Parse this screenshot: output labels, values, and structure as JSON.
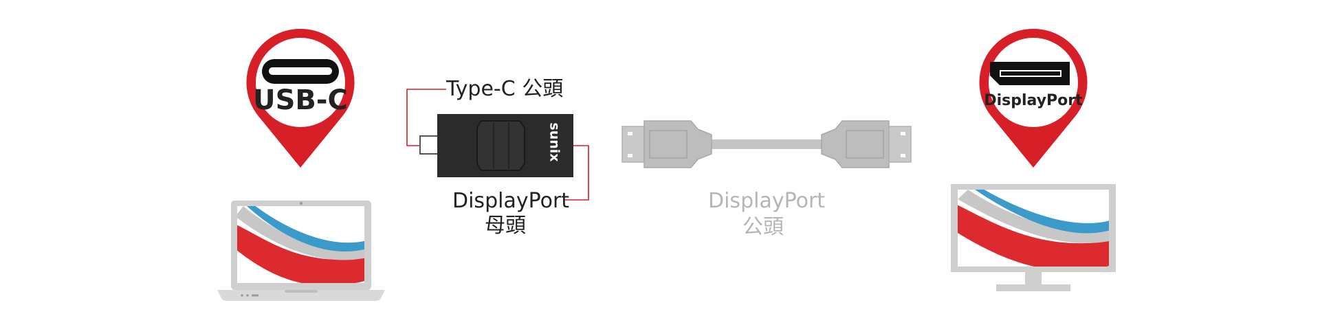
{
  "colors": {
    "pin_red": "#d61f26",
    "stripe_red": "#dc2a2e",
    "stripe_blue": "#3a9ac9",
    "stripe_grey": "#c7c7c7",
    "device_grey": "#cfcfcf",
    "cable_grey": "#bdbdbd",
    "adapter_black": "#2b2b2b",
    "text_dark": "#222222",
    "text_light": "#b5b5b5"
  },
  "pins": {
    "left": {
      "label": "USB-C",
      "icon": "usb-c-port-icon"
    },
    "right": {
      "label": "DisplayPort",
      "icon": "displayport-port-icon"
    }
  },
  "adapter": {
    "top_label": "Type-C 公頭",
    "bottom_label_line1": "DisplayPort",
    "bottom_label_line2": "母頭",
    "brand": "sunix"
  },
  "cable": {
    "label_line1": "DisplayPort",
    "label_line2": "公頭"
  },
  "devices": {
    "left": "laptop-icon",
    "right": "monitor-icon"
  }
}
